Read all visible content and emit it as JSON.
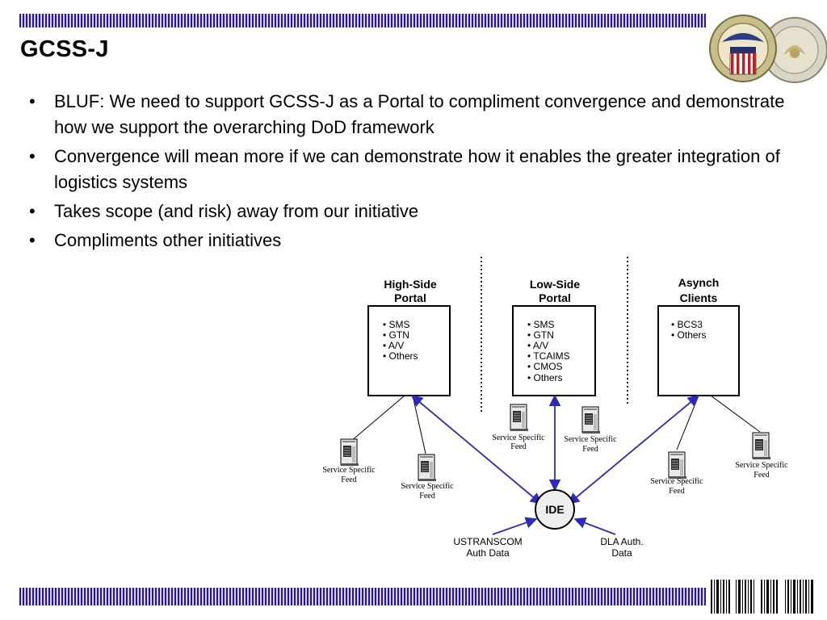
{
  "slide": {
    "title": "GCSS-J",
    "bullets": [
      "BLUF:  We need to support GCSS-J as a Portal to compliment convergence and demonstrate how we support the overarching DoD framework",
      "Convergence will mean more if we can demonstrate how it enables the greater integration of logistics systems",
      "Takes scope (and risk) away from our initiative",
      "Compliments other  initiatives"
    ],
    "bullet_glyph": "•"
  },
  "diagram": {
    "portals": {
      "high_side": {
        "title_line1": "High-Side",
        "title_line2": "Portal",
        "items": [
          "• SMS",
          "• GTN",
          "• A/V",
          "• Others"
        ]
      },
      "low_side": {
        "title_line1": "Low-Side",
        "title_line2": "Portal",
        "items": [
          "• SMS",
          "• GTN",
          "• A/V",
          "• TCAIMS",
          "• CMOS",
          "• Others"
        ]
      },
      "asynch": {
        "title_line1": "Asynch",
        "title_line2": "Clients",
        "items": [
          "• BCS3",
          "• Others"
        ]
      }
    },
    "feed_label_line1": "Service Specific",
    "feed_label_line2": "Feed",
    "ide_label": "IDE",
    "sources": {
      "ustranscom_line1": "USTRANSCOM",
      "ustranscom_line2": "Auth Data",
      "dla_line1": "DLA Auth.",
      "dla_line2": "Data"
    },
    "colors": {
      "arrow": "#2b2bb8",
      "box_border": "#000000",
      "band": "#2a1a8c"
    }
  },
  "icons": [
    "dla-seal-icon",
    "navy-seal-icon",
    "server-icon",
    "barcode-icon"
  ]
}
